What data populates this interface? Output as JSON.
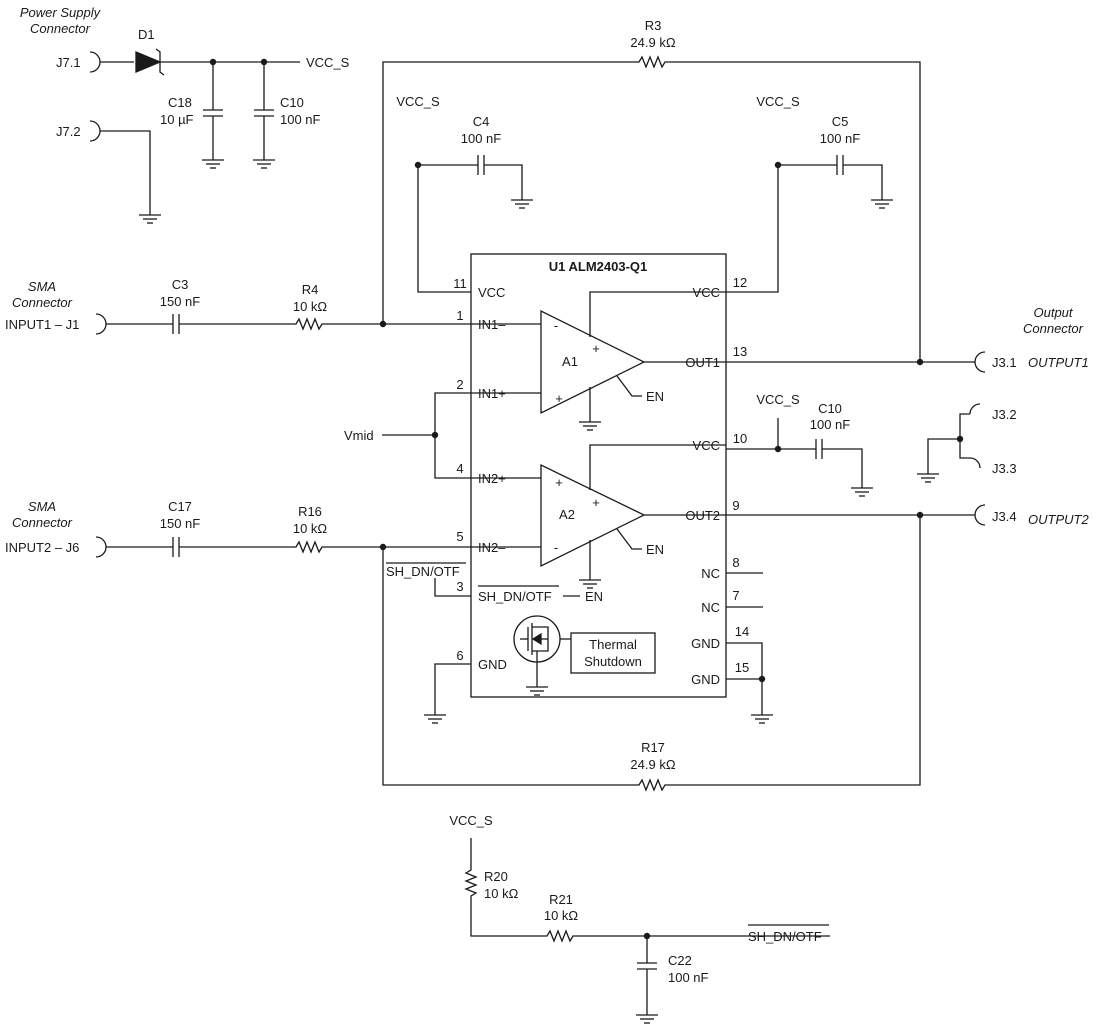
{
  "power": {
    "heading_line1": "Power Supply",
    "heading_line2": "Connector",
    "j71": "J7.1",
    "j72": "J7.2",
    "d1": "D1",
    "vcc_s": "VCC_S",
    "c18_name": "C18",
    "c18_value": "10 µF",
    "c10_name": "C10",
    "c10_value": "100 nF"
  },
  "feedback": {
    "r3_name": "R3",
    "r3_value": "24.9 kΩ",
    "r17_name": "R17",
    "r17_value": "24.9 kΩ"
  },
  "decoupling": {
    "vcc_left": "VCC_S",
    "c4_name": "C4",
    "c4_value": "100 nF",
    "vcc_right": "VCC_S",
    "c5_name": "C5",
    "c5_value": "100 nF",
    "vcc_mid": "VCC_S",
    "c10b_name": "C10",
    "c10b_value": "100 nF"
  },
  "input1": {
    "heading_line1": "SMA",
    "heading_line2": "Connector",
    "label": "INPUT1 – J1",
    "c3_name": "C3",
    "c3_value": "150 nF",
    "r4_name": "R4",
    "r4_value": "10 kΩ"
  },
  "input2": {
    "heading_line1": "SMA",
    "heading_line2": "Connector",
    "label": "INPUT2 – J6",
    "c17_name": "C17",
    "c17_value": "150 nF",
    "r16_name": "R16",
    "r16_value": "10 kΩ"
  },
  "vmid": "Vmid",
  "shdn_net": "SH_DN/OTF",
  "ic": {
    "title": "U1 ALM2403-Q1",
    "pin_vcc_l": "VCC",
    "pin_in1m": "IN1–",
    "pin_in1p": "IN1+",
    "pin_in2p": "IN2+",
    "pin_in2m": "IN2–",
    "pin_shdn": "SH_DN/OTF",
    "pin_gnd_l": "GND",
    "pin_vcc_r1": "VCC",
    "pin_out1": "OUT1",
    "pin_vcc_r2": "VCC",
    "pin_out2": "OUT2",
    "pin_nc1": "NC",
    "pin_nc2": "NC",
    "pin_gnd_r1": "GND",
    "pin_gnd_r2": "GND",
    "num_11": "11",
    "num_1": "1",
    "num_2": "2",
    "num_4": "4",
    "num_5": "5",
    "num_3": "3",
    "num_6": "6",
    "num_12": "12",
    "num_13": "13",
    "num_10": "10",
    "num_9": "9",
    "num_8": "8",
    "num_7": "7",
    "num_14": "14",
    "num_15": "15",
    "amp_a1": "A1",
    "amp_a2": "A2",
    "en_a1": "EN",
    "en_a2": "EN",
    "en_shdn": "EN",
    "sign_minus": "-",
    "sign_plus": "+",
    "thermal_line1": "Thermal",
    "thermal_line2": "Shutdown"
  },
  "output": {
    "heading_line1": "Output",
    "heading_line2": "Connector",
    "j31": "J3.1",
    "out1": "OUTPUT1",
    "j32": "J3.2",
    "j33": "J3.3",
    "j34": "J3.4",
    "out2": "OUTPUT2"
  },
  "pullup": {
    "vcc": "VCC_S",
    "r20_name": "R20",
    "r20_value": "10 kΩ",
    "r21_name": "R21",
    "r21_value": "10 kΩ",
    "c22_name": "C22",
    "c22_value": "100 nF",
    "net_label": "SH_DN/OTF"
  }
}
